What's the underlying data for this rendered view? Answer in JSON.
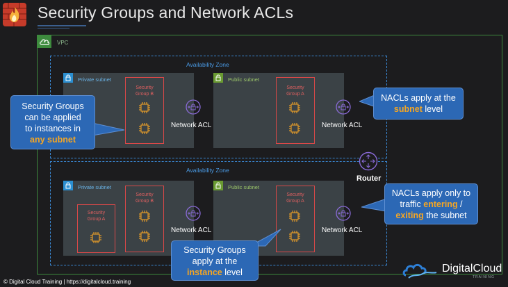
{
  "header": {
    "title": "Security Groups and Network ACLs"
  },
  "vpc": {
    "label": "VPC"
  },
  "zones": [
    {
      "label": "Availability Zone",
      "private_subnet": {
        "label": "Private subnet",
        "sg_b": [
          "Security",
          "Group B"
        ]
      },
      "public_subnet": {
        "label": "Public subnet",
        "sg_a": [
          "Security",
          "Group A"
        ]
      },
      "nacl_private": "Network ACL",
      "nacl_public": "Network ACL"
    },
    {
      "label": "Availability Zone",
      "private_subnet": {
        "label": "Private subnet",
        "sg_a": [
          "Security",
          "Group A"
        ],
        "sg_b": [
          "Security",
          "Group B"
        ]
      },
      "public_subnet": {
        "label": "Public subnet",
        "sg_a": [
          "Security",
          "Group A"
        ]
      },
      "nacl_private": "Network ACL",
      "nacl_public": "Network ACL"
    }
  ],
  "router": {
    "label": "Router"
  },
  "callouts": {
    "sg_any_subnet": {
      "l1": "Security Groups",
      "l2": "can be applied",
      "l3": "to instances in",
      "hl": "any subnet"
    },
    "nacl_subnet": {
      "l1": "NACLs apply at the",
      "hl": "subnet",
      "rest": " level"
    },
    "nacl_traffic": {
      "l1": "NACLs apply only to",
      "l2a": "traffic ",
      "hl1": "entering",
      "l2b": " /",
      "hl2": "exiting",
      "l3": " the subnet"
    },
    "sg_instance": {
      "l1": "Security Groups",
      "l2": "apply at the",
      "hl": "instance",
      "rest": " level"
    }
  },
  "footer": {
    "text": "© Digital Cloud Training  |  https://digitalcloud.training"
  },
  "logo": {
    "name": "DigitalCloud",
    "sub": "TRAINING"
  },
  "colors": {
    "sg": "#d94848",
    "az": "#3a89d6",
    "vpc": "#3d8a3d",
    "callout": "#2c68b5",
    "highlight": "#f5a623",
    "nacl": "#8a6bd8"
  }
}
